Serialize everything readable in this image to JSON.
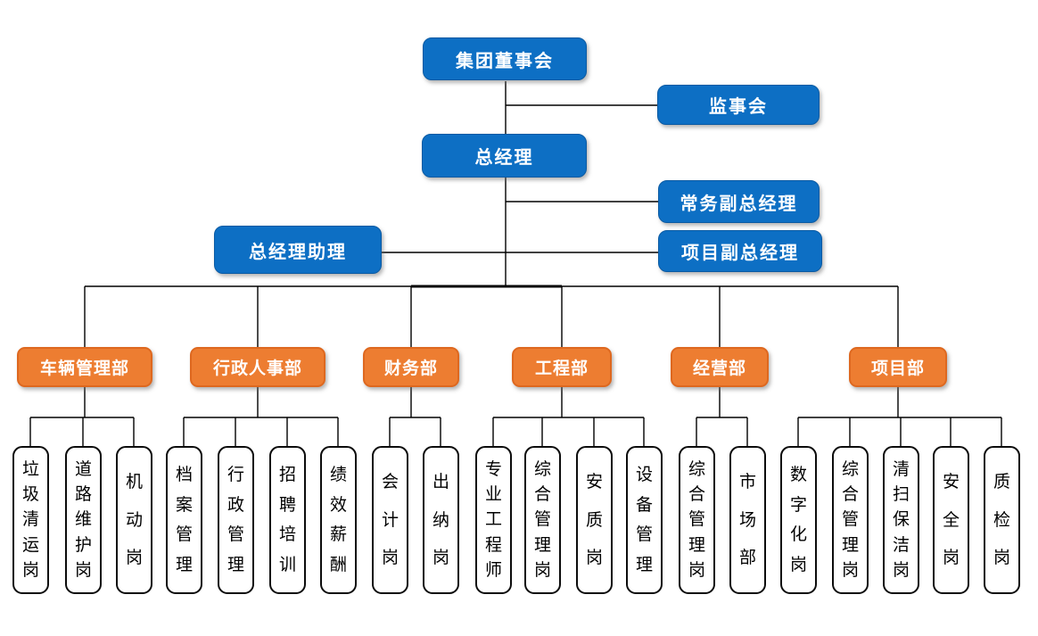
{
  "colors": {
    "node_blue": "#0d6fc4",
    "node_blue_border": "#0a5aa3",
    "dept_orange": "#ed7d31",
    "dept_orange_border": "#de681f",
    "post_border": "#0c0c0c",
    "connector": "#000000"
  },
  "nodes": {
    "board": "集团董事会",
    "supervisory": "监事会",
    "gm": "总经理",
    "exec_deputy": "常务副总经理",
    "gm_assistant": "总经理助理",
    "project_deputy": "项目副总经理"
  },
  "departments": [
    {
      "label": "车辆管理部",
      "posts": [
        "垃圾清运岗",
        "道路维护岗",
        "机动岗"
      ]
    },
    {
      "label": "行政人事部",
      "posts": [
        "档案管理",
        "行政管理",
        "招聘培训",
        "绩效薪酬"
      ]
    },
    {
      "label": "财务部",
      "posts": [
        "会计岗",
        "出纳岗"
      ]
    },
    {
      "label": "工程部",
      "posts": [
        "专业工程师",
        "综合管理岗",
        "安质岗",
        "设备管理"
      ]
    },
    {
      "label": "经营部",
      "posts": [
        "综合管理岗",
        "市场部"
      ]
    },
    {
      "label": "项目部",
      "posts": [
        "数字化岗",
        "综合管理岗",
        "清扫保洁岗",
        "安全岗",
        "质检岗"
      ]
    }
  ]
}
